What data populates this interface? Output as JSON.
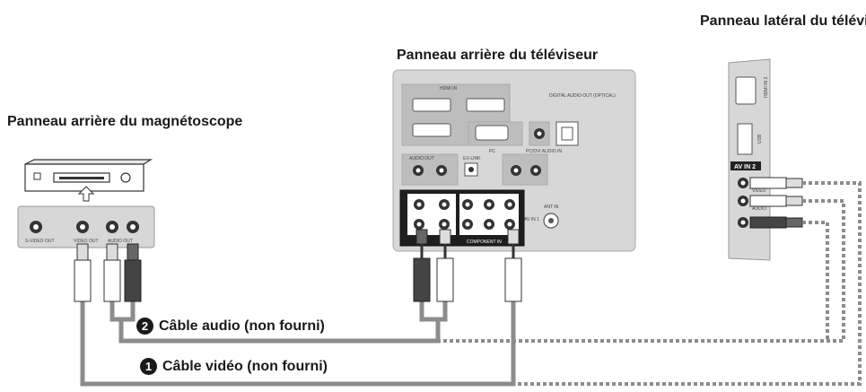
{
  "labels": {
    "vcr_rear": "Panneau arrière du magnétoscope",
    "tv_rear": "Panneau arrière du téléviseur",
    "tv_side": "Panneau latéral du téléviseur"
  },
  "cables": {
    "audio": {
      "number": "2",
      "label": "Câble audio (non fourni)"
    },
    "video": {
      "number": "1",
      "label": "Câble vidéo (non fourni)"
    }
  },
  "tv_rear_panel": {
    "hdmi_header": "HDMI IN",
    "pc": "PC",
    "pc_audio": "PC/DVI AUDIO IN",
    "digital_audio": "DIGITAL AUDIO OUT (OPTICAL)",
    "audio_out": "AUDIO OUT",
    "ex_link": "EX-LINK",
    "av_in": "AV IN 1",
    "component_in": "COMPONENT IN",
    "ant_in": "ANT IN"
  },
  "tv_side_panel": {
    "hdmi": "HDMI IN 3",
    "usb": "USB",
    "av_in": "AV IN 2",
    "video": "VIDEO",
    "audio": "AUDIO"
  },
  "vcr_panel": {
    "svideo_out": "S-VIDEO OUT",
    "video_out": "VIDEO OUT",
    "audio_out": "AUDIO OUT"
  },
  "colors": {
    "cable_gray": "#8c8c8c",
    "panel_gray": "#d7d7d7",
    "panel_dark": "#bdbdbd",
    "text": "#1a1a1a"
  }
}
